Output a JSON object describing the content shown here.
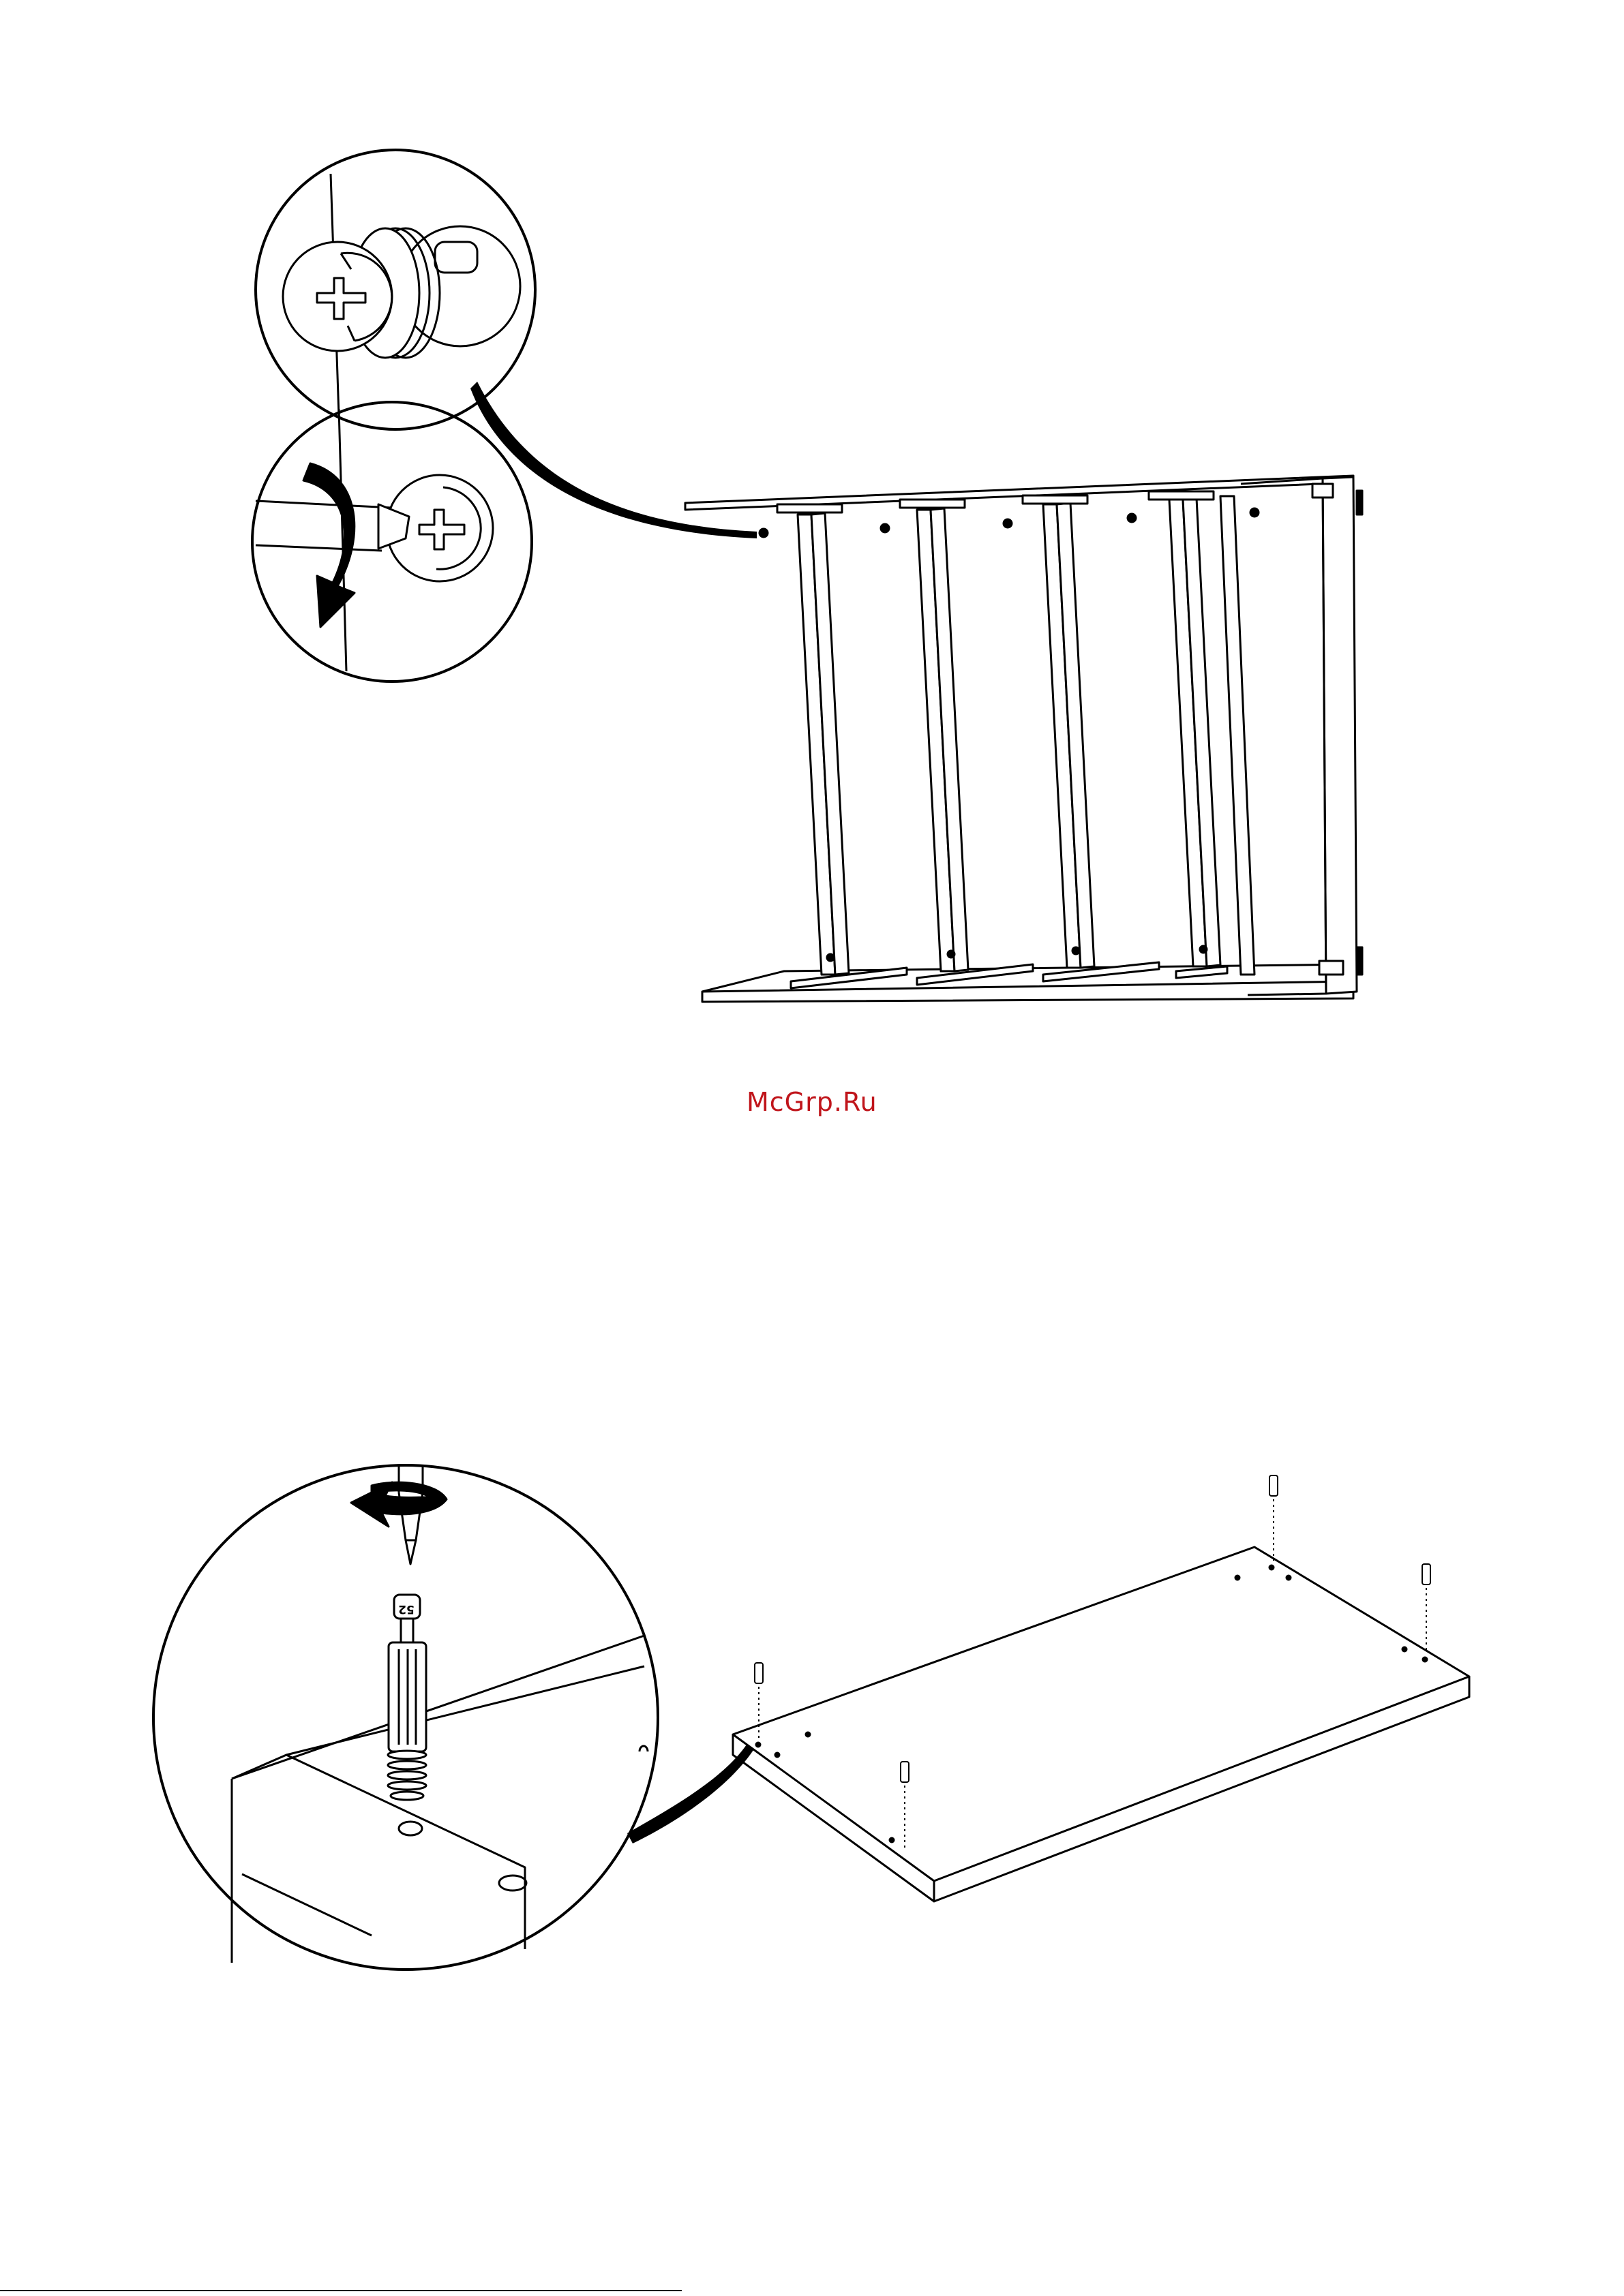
{
  "watermark": {
    "text": "McGrp.Ru",
    "color": "#c0151b"
  },
  "step_a": {
    "detail_icon": "cam-lock-detail-icon",
    "rotation": "clockwise"
  },
  "step_b": {
    "detail_icon": "cam-bolt-detail-icon",
    "part_label": "52",
    "rotation": "counter-clockwise"
  },
  "colors": {
    "line": "#000000",
    "background": "#ffffff"
  }
}
